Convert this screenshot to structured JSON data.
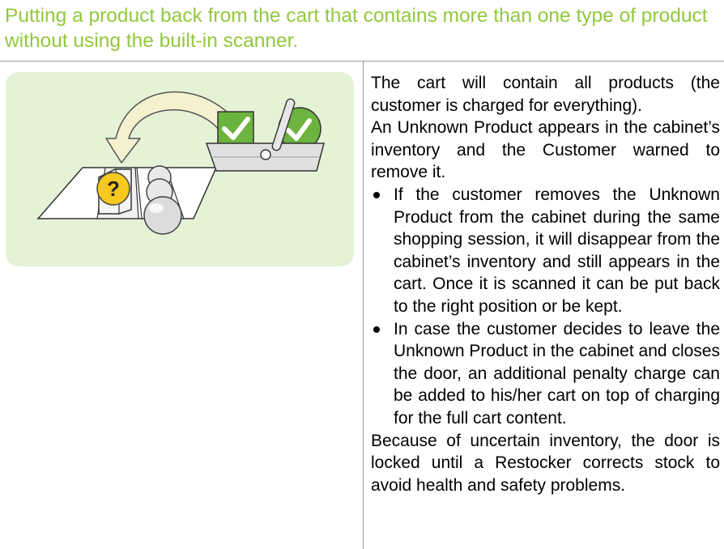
{
  "title": "Putting a product back from the cart that contains more than one type of product without using the built-in scanner.",
  "illustration": {
    "unknown_marker": "?",
    "colors": {
      "panel": "#e4f2d6",
      "accent_green": "#6cb33f",
      "question_yellow": "#f7c81e",
      "arrow_fill": "#f5f1cf"
    },
    "icons": [
      "shelf-icon",
      "question-mark-icon",
      "basket-icon",
      "checkmark-icon",
      "curved-arrow-icon"
    ]
  },
  "description": {
    "intro": "The cart will contain all products (the customer is charged for everything).",
    "unknown": "An Unknown Product appears in the cabinet’s inventory and the Customer warned to remove it.",
    "bullets": [
      "If the customer removes the Unknown Product from the cabinet during the same shopping session, it will disappear from the cabinet’s inventory and still appears in the cart. Once it is scanned it can be put back to the right position or be kept.",
      "In case the customer decides to leave the Unknown Product in the cabinet and closes the door, an additional penalty charge can be added to his/her cart on top of charging for the full cart content."
    ],
    "closing": "Because of uncertain inventory, the door is locked until a Restocker corrects stock to avoid health and safety problems."
  }
}
